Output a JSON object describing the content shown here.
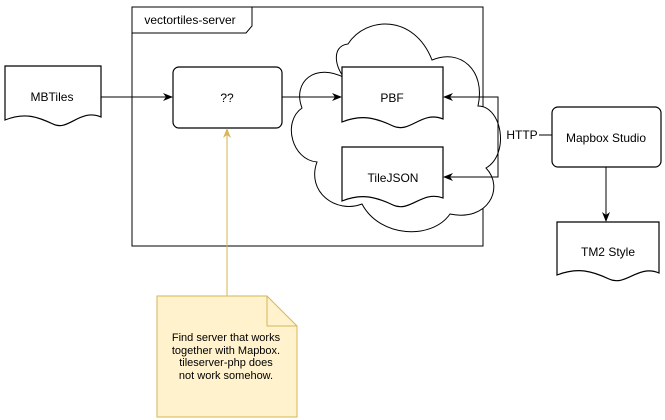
{
  "container": {
    "label": "vectortiles-server"
  },
  "nodes": {
    "mbtiles": "MBTiles",
    "unknown": "??",
    "pbf": "PBF",
    "tilejson": "TileJSON",
    "mapbox_studio": "Mapbox Studio",
    "tm2_style": "TM2 Style"
  },
  "edges": {
    "http_label": "HTTP"
  },
  "note": {
    "lines": [
      "Find server that works",
      "together with Mapbox.",
      "tileserver-php does",
      "not work somehow."
    ]
  },
  "colors": {
    "stroke": "#000000",
    "note_fill": "#fff2cc",
    "note_stroke": "#d6b656"
  }
}
